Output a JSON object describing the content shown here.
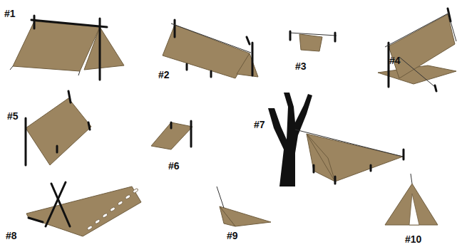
{
  "diagram": {
    "labels": [
      "#1",
      "#2",
      "#3",
      "#4",
      "#5",
      "#6",
      "#7",
      "#8",
      "#9",
      "#10"
    ]
  }
}
